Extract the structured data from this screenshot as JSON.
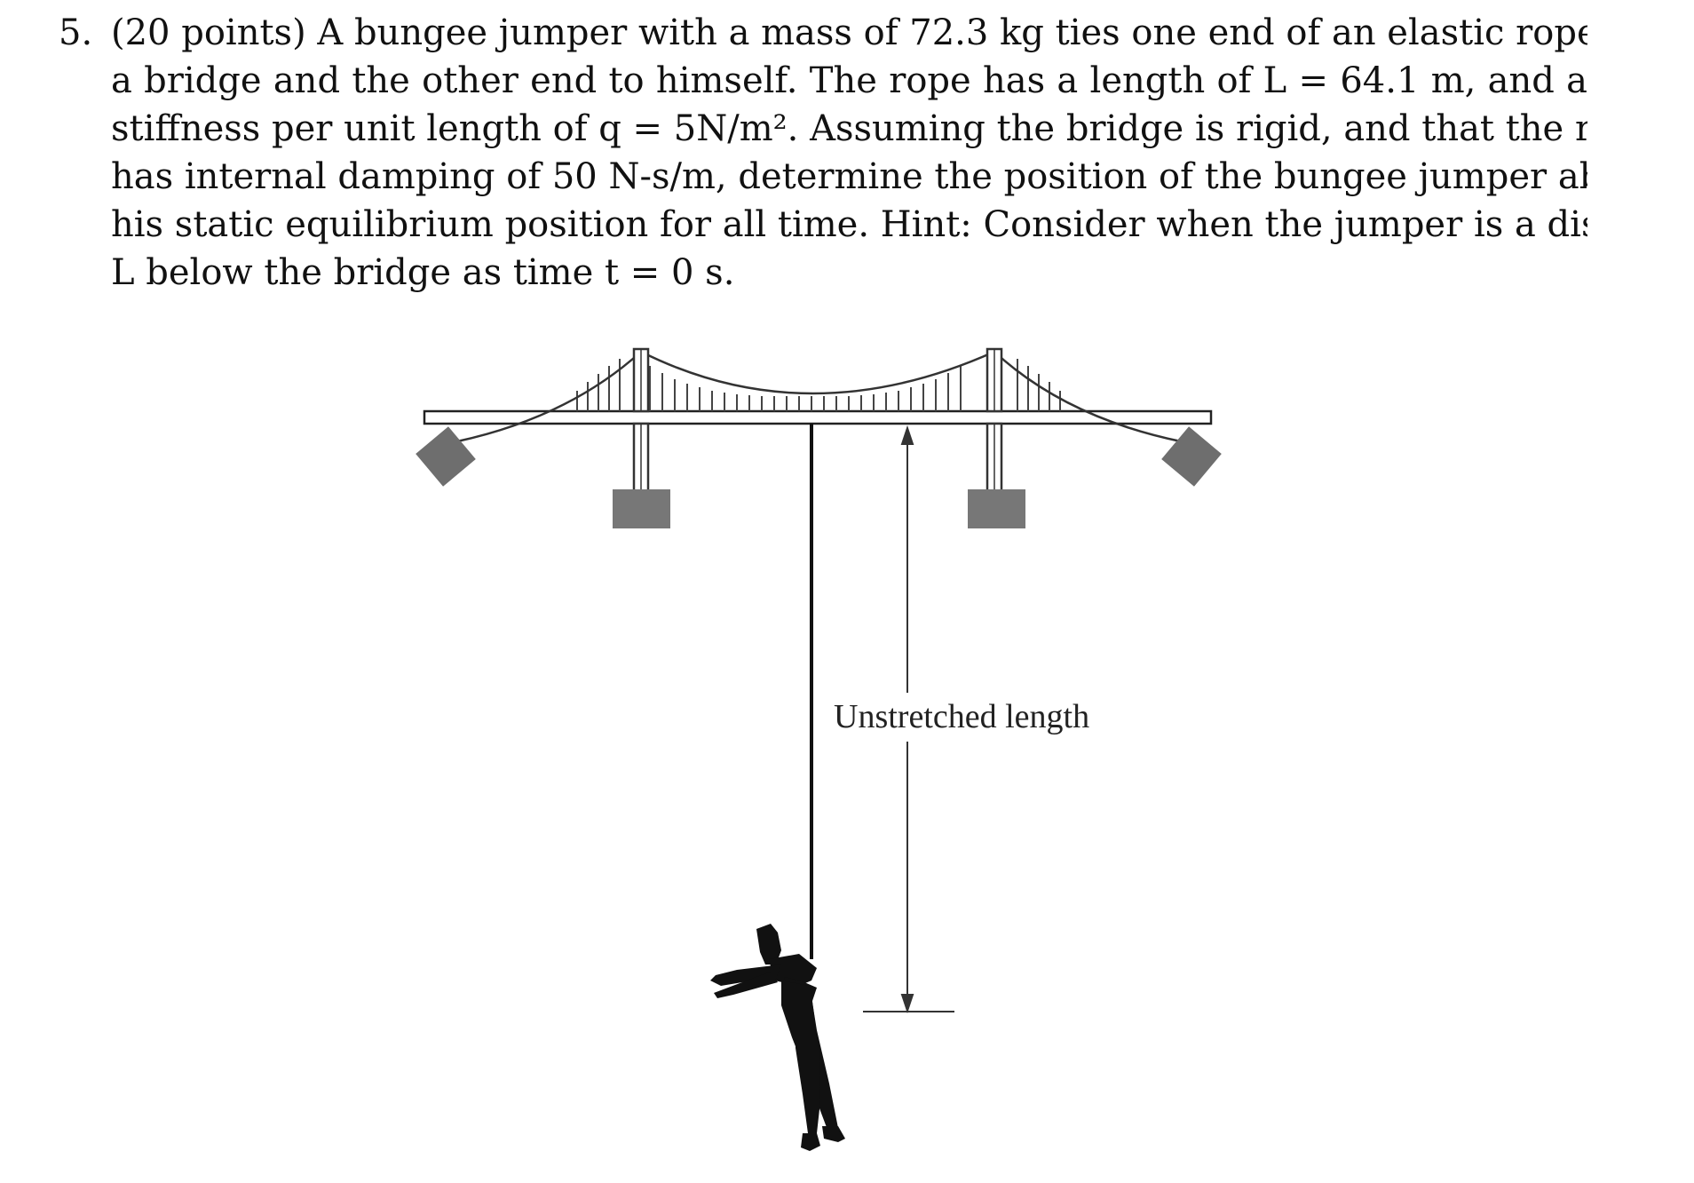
{
  "problem": {
    "number": "5.",
    "lines": [
      "(20 points) A bungee jumper with a mass of 72.3 kg ties one end of an elastic rope to",
      "a bridge and the other end to himself. The rope has a length of L = 64.1 m, and a",
      "stiffness per unit length of q = 5N/m². Assuming the bridge is rigid, and that the rope",
      "has internal damping of 50 N-s/m, determine the position of the bungee jumper about",
      "his static equilibrium position for all time. Hint: Consider when the jumper is a distance",
      "L below the bridge as time t = 0 s."
    ]
  },
  "figure": {
    "dimension_label": "Unstretched length"
  }
}
